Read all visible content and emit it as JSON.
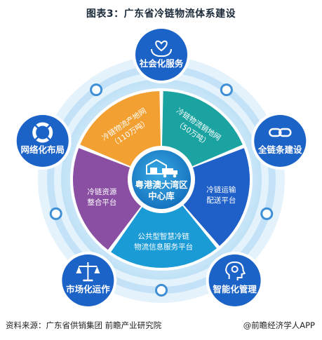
{
  "title": "图表3：广东省冷链物流体系建设",
  "center": {
    "line1": "粤港澳大湾区",
    "line2": "中心库"
  },
  "segments": [
    {
      "id": "cold-chain-production",
      "lines": [
        "冷链物流产地网",
        "（110万吨）"
      ],
      "color": "#f2a031"
    },
    {
      "id": "cold-chain-distribution",
      "lines": [
        "冷链物流销地网",
        "（50万吨）"
      ],
      "color": "#1aa3a0"
    },
    {
      "id": "cold-chain-transport",
      "lines": [
        "冷链运输",
        "配送平台"
      ],
      "color": "#1e5fc8"
    },
    {
      "id": "public-platform",
      "lines": [
        "公共型智慧冷链",
        "物流信息服务平台"
      ],
      "color": "#1b9bd6"
    },
    {
      "id": "resource-integration",
      "lines": [
        "冷链资源",
        "整合平台"
      ],
      "color": "#8a4fa3"
    }
  ],
  "satellites": [
    {
      "id": "socialized-service",
      "label": "社会化服务",
      "icon": "heart-hands-icon"
    },
    {
      "id": "full-chain",
      "label": "全链条建设",
      "icon": "chain-link-icon"
    },
    {
      "id": "smart-management",
      "label": "智能化管理",
      "icon": "brain-gear-icon"
    },
    {
      "id": "market-operation",
      "label": "市场化运作",
      "icon": "balance-scale-icon"
    },
    {
      "id": "network-layout",
      "label": "网络化布局",
      "icon": "lifebuoy-icon"
    }
  ],
  "footer": {
    "source": "资料来源：广东省供销集团 前瞻产业研究院",
    "brand": "@前瞻经济学人APP"
  },
  "watermark": "前瞻产业研究院",
  "colors": {
    "satellite": "#1c63c8",
    "ring_light": "#d6ecfa",
    "ring_mid": "#b7ddf5",
    "center": "#1f8fd1"
  }
}
